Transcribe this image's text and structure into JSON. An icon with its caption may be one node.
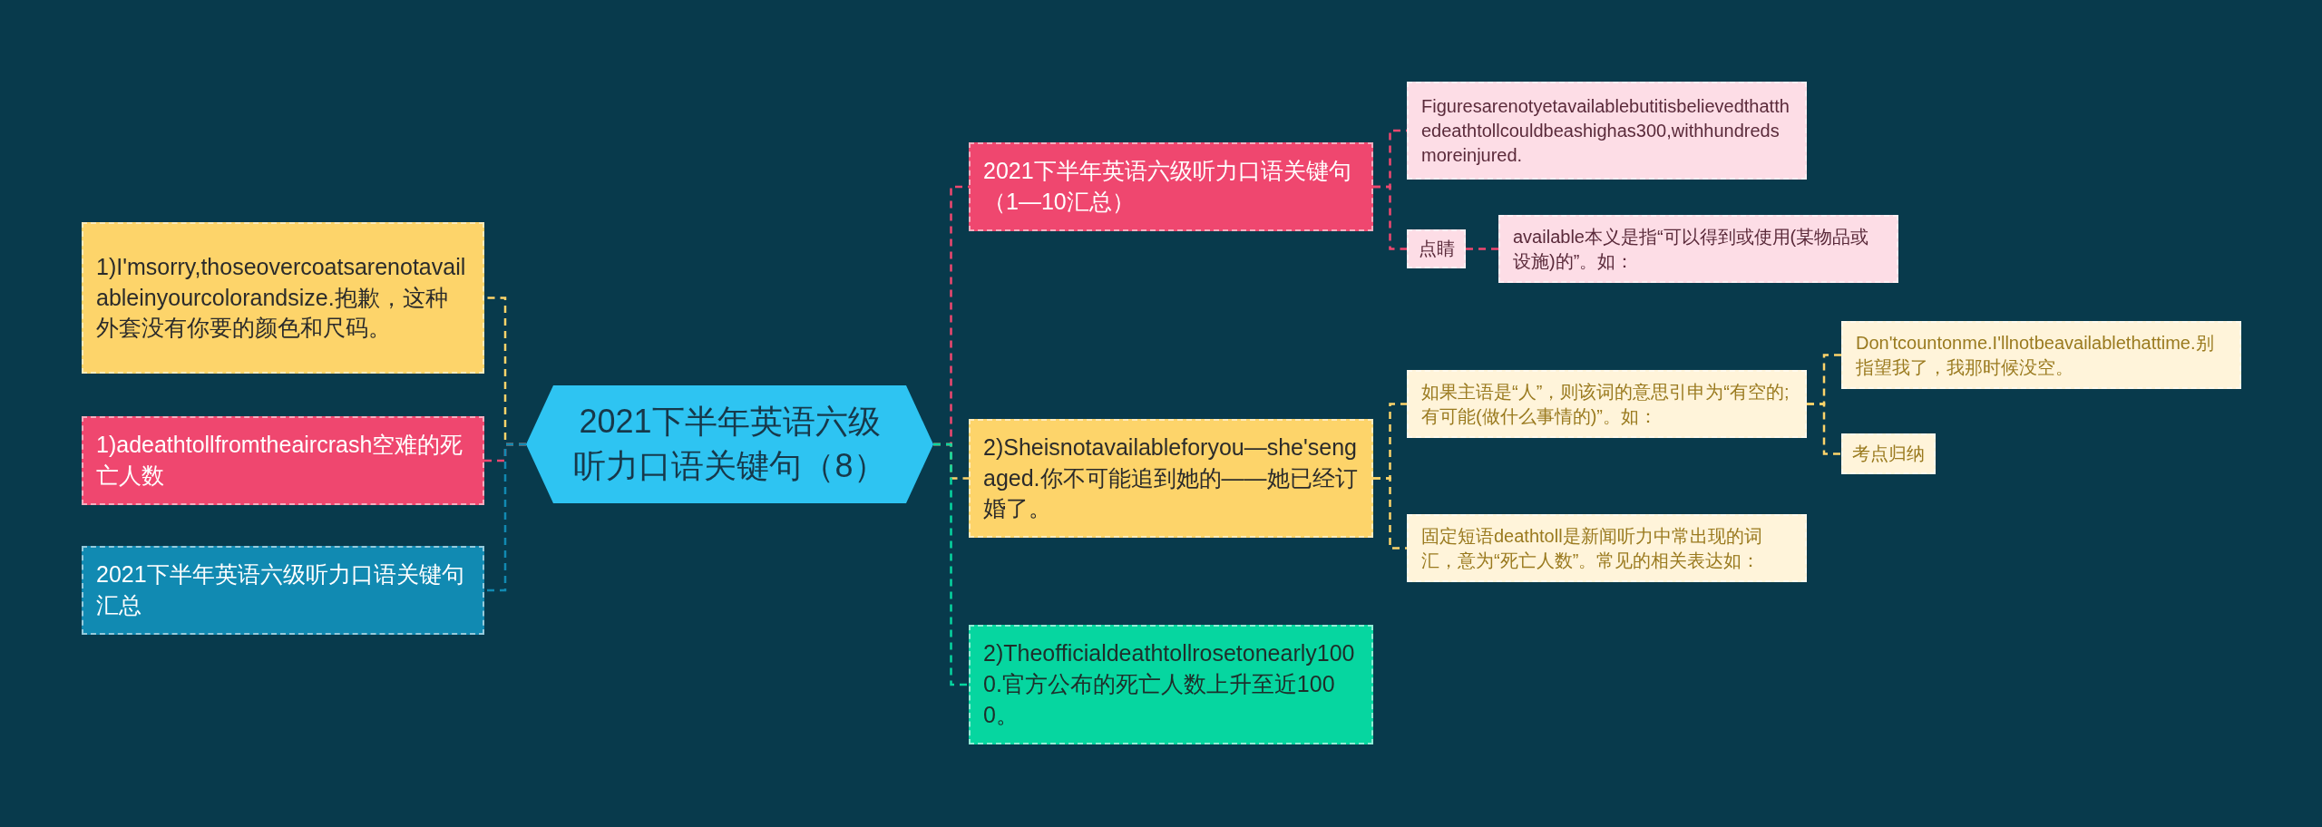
{
  "diagram": {
    "nodes": [
      {
        "text": [
          "2021下半年英语六级听力口语关键句（8）"
        ]
      },
      {
        "text": [
          "1)I'msorry,thoseovercoatsarenotavailableinyourcolorandsize.抱歉，这种外套没有你要的颜色和尺码。"
        ]
      },
      {
        "text": [
          "1)adeathtollfromtheaircrash空难的死亡人数"
        ]
      },
      {
        "text": [
          "2021下半年英语六级听力口语关键句汇总"
        ]
      },
      {
        "text": [
          "2021下半年英语六级听力口语关键句（1—10汇总）"
        ]
      },
      {
        "text": [
          "2)Sheisnotavailableforyou—she'sengaged.你不可能追到她的——她已经订婚了。"
        ]
      },
      {
        "text": [
          "2)Theofficialdeathtollrosetonearly1000.官方公布的死亡人数上升至近1000。"
        ]
      },
      {
        "text": [
          "Figuresarenotyetavailablebutitisbelievedthatthedeathtollcouldbeashighas300,withhundredsmoreinjured."
        ]
      },
      {
        "text": [
          "点睛"
        ]
      },
      {
        "text": [
          "available本义是指“可以得到或使用(某物品或设施)的”。如："
        ]
      },
      {
        "text": [
          "如果主语是“人”，则该词的意思引申为“有空的;有可能(做什么事情的)”。如："
        ]
      },
      {
        "text": [
          "固定短语deathtoll是新闻听力中常出现的词汇，意为“死亡人数”。常见的相关表达如："
        ]
      },
      {
        "text": [
          "Don'tcountonme.I'llnotbeavailablethattime.别指望我了，我那时候没空。"
        ]
      },
      {
        "text": [
          "考点归纳"
        ]
      }
    ],
    "edges": [
      {
        "from": 0,
        "to": 1,
        "arrow": "none",
        "color": "#fdd46a"
      },
      {
        "from": 0,
        "to": 2,
        "arrow": "none",
        "color": "#ef476f"
      },
      {
        "from": 0,
        "to": 3,
        "arrow": "none",
        "color": "#118ab2"
      },
      {
        "from": 0,
        "to": 4,
        "arrow": "none",
        "color": "#ef476f"
      },
      {
        "from": 0,
        "to": 5,
        "arrow": "none",
        "color": "#fdd46a"
      },
      {
        "from": 0,
        "to": 6,
        "arrow": "none",
        "color": "#06d6a0"
      },
      {
        "from": 4,
        "to": 7,
        "arrow": "none",
        "color": "#ef476f"
      },
      {
        "from": 4,
        "to": 8,
        "arrow": "none",
        "color": "#ef476f"
      },
      {
        "from": 8,
        "to": 9,
        "arrow": "none",
        "color": "#ef476f"
      },
      {
        "from": 5,
        "to": 10,
        "arrow": "none",
        "color": "#fdd46a"
      },
      {
        "from": 5,
        "to": 11,
        "arrow": "none",
        "color": "#fdd46a"
      },
      {
        "from": 10,
        "to": 12,
        "arrow": "none",
        "color": "#fdd46a"
      },
      {
        "from": 10,
        "to": 13,
        "arrow": "none",
        "color": "#fdd46a"
      }
    ]
  }
}
